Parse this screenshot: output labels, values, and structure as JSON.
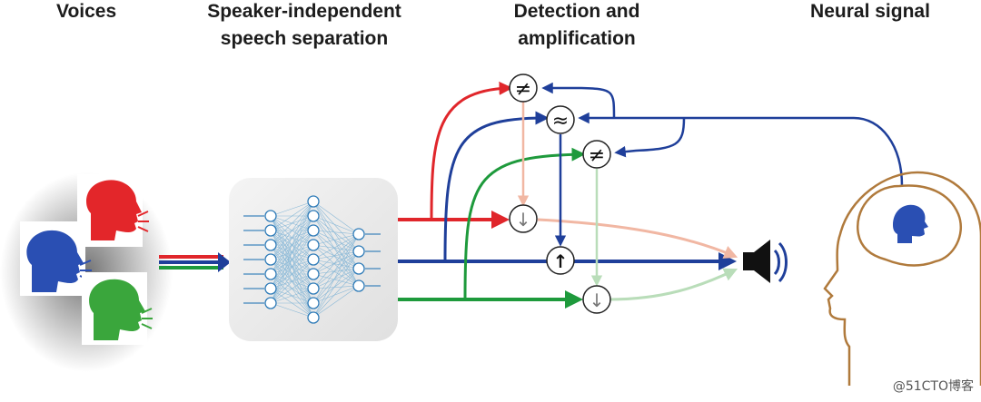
{
  "headings": {
    "voices": "Voices",
    "separation_line1": "Speaker-independent",
    "separation_line2": "speech separation",
    "detection_line1": "Detection and",
    "detection_line2": "amplification",
    "neural_signal": "Neural signal"
  },
  "watermark": "@51CTO博客",
  "operators": {
    "not_equal_top": "≠",
    "approx": "≈",
    "not_equal_green": "≠",
    "attenuate_red": "↓",
    "amplify_blue": "↑",
    "attenuate_green": "↓"
  },
  "colors": {
    "red": "#e0262b",
    "blue": "#1f3f9a",
    "green": "#1e9a3c",
    "brain_outline": "#b07a3c",
    "face_red": "#e3262a",
    "face_blue": "#2a4fb3",
    "face_green": "#3aa63c"
  }
}
